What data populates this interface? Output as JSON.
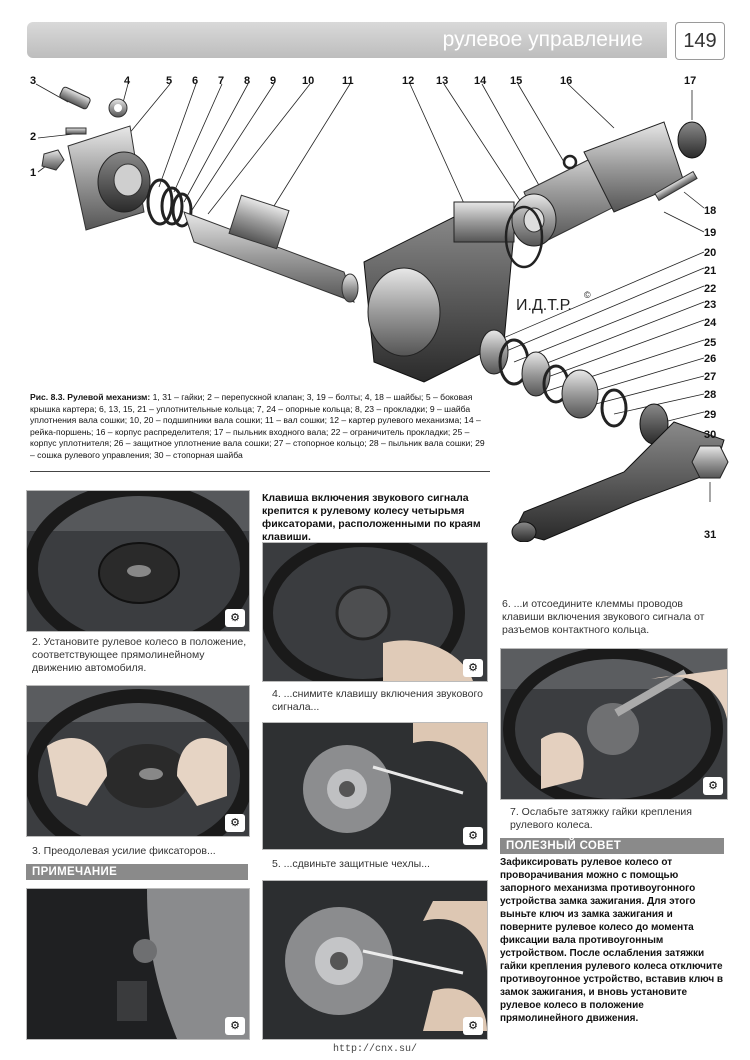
{
  "header": {
    "title": "рулевое управление",
    "page_number": "149"
  },
  "figure": {
    "callouts": [
      "1",
      "2",
      "3",
      "4",
      "5",
      "6",
      "7",
      "8",
      "9",
      "10",
      "11",
      "12",
      "13",
      "14",
      "15",
      "16",
      "17",
      "18",
      "19",
      "20",
      "21",
      "22",
      "23",
      "24",
      "25",
      "26",
      "27",
      "28",
      "29",
      "30",
      "31"
    ],
    "watermark": "И.Д.Т.Р.",
    "watermark_mark": "©",
    "caption_title": "Рис. 8.3. Рулевой механизм:",
    "caption_body": " 1, 31 – гайки; 2 – перепускной клапан; 3, 19 – болты; 4, 18 – шайбы; 5 – боковая крышка картера; 6, 13, 15, 21 – уплотнительные кольца; 7, 24 – опорные кольца; 8, 23 – прокладки; 9 – шайба уплотнения вала сошки; 10, 20 – подшипники вала сошки; 11 – вал сошки; 12 – картер рулевого механизма; 14 – рейка-поршень; 16 – корпус распределителя; 17 – пыльник входного вала; 22 – ограничитель прокладки; 25 – корпус уплотнителя; 26 – защитное уплотнение вала сошки; 27 – стопорное кольцо; 28 – пыльник вала сошки; 29 – сошка рулевого управления; 30 – стопорная шайба"
  },
  "steps": {
    "s2": "2. Установите рулевое колесо в положение, соответствующее прямолинейному движению автомобиля.",
    "s3": "3. Преодолевая усилие фиксаторов...",
    "note_heading": "ПРИМЕЧАНИЕ",
    "note_text": "Клавиша включения звукового сигнала крепится к рулевому колесу четырьмя фиксаторами, расположенными по краям клавиши.",
    "s4": "4. ...снимите клавишу включения звукового сигнала...",
    "s5": "5. ...сдвиньте защитные чехлы...",
    "s6": "6. ...и отсоедините клеммы проводов клавиши включения звукового сигнала от разъемов контактного кольца.",
    "s7": "7. Ослабьте затяжку гайки крепления рулевого колеса.",
    "tip_heading": "ПОЛЕЗНЫЙ СОВЕТ",
    "tip_text": "Зафиксировать рулевое колесо от проворачивания можно с помощью запорного механизма противоугонного устройства замка зажигания. Для этого выньте ключ из замка зажигания и поверните рулевое колесо до момента фиксации вала противоугонным устройством. После ослабления затяжки гайки крепления рулевого колеса отключите противоугонное устройство, вставив ключ в замок зажигания, и вновь установите рулевое колесо в положение прямолинейного движения."
  },
  "photo_icon": "wrench-car-icon",
  "footer": {
    "url": "http://cnx.su/"
  }
}
